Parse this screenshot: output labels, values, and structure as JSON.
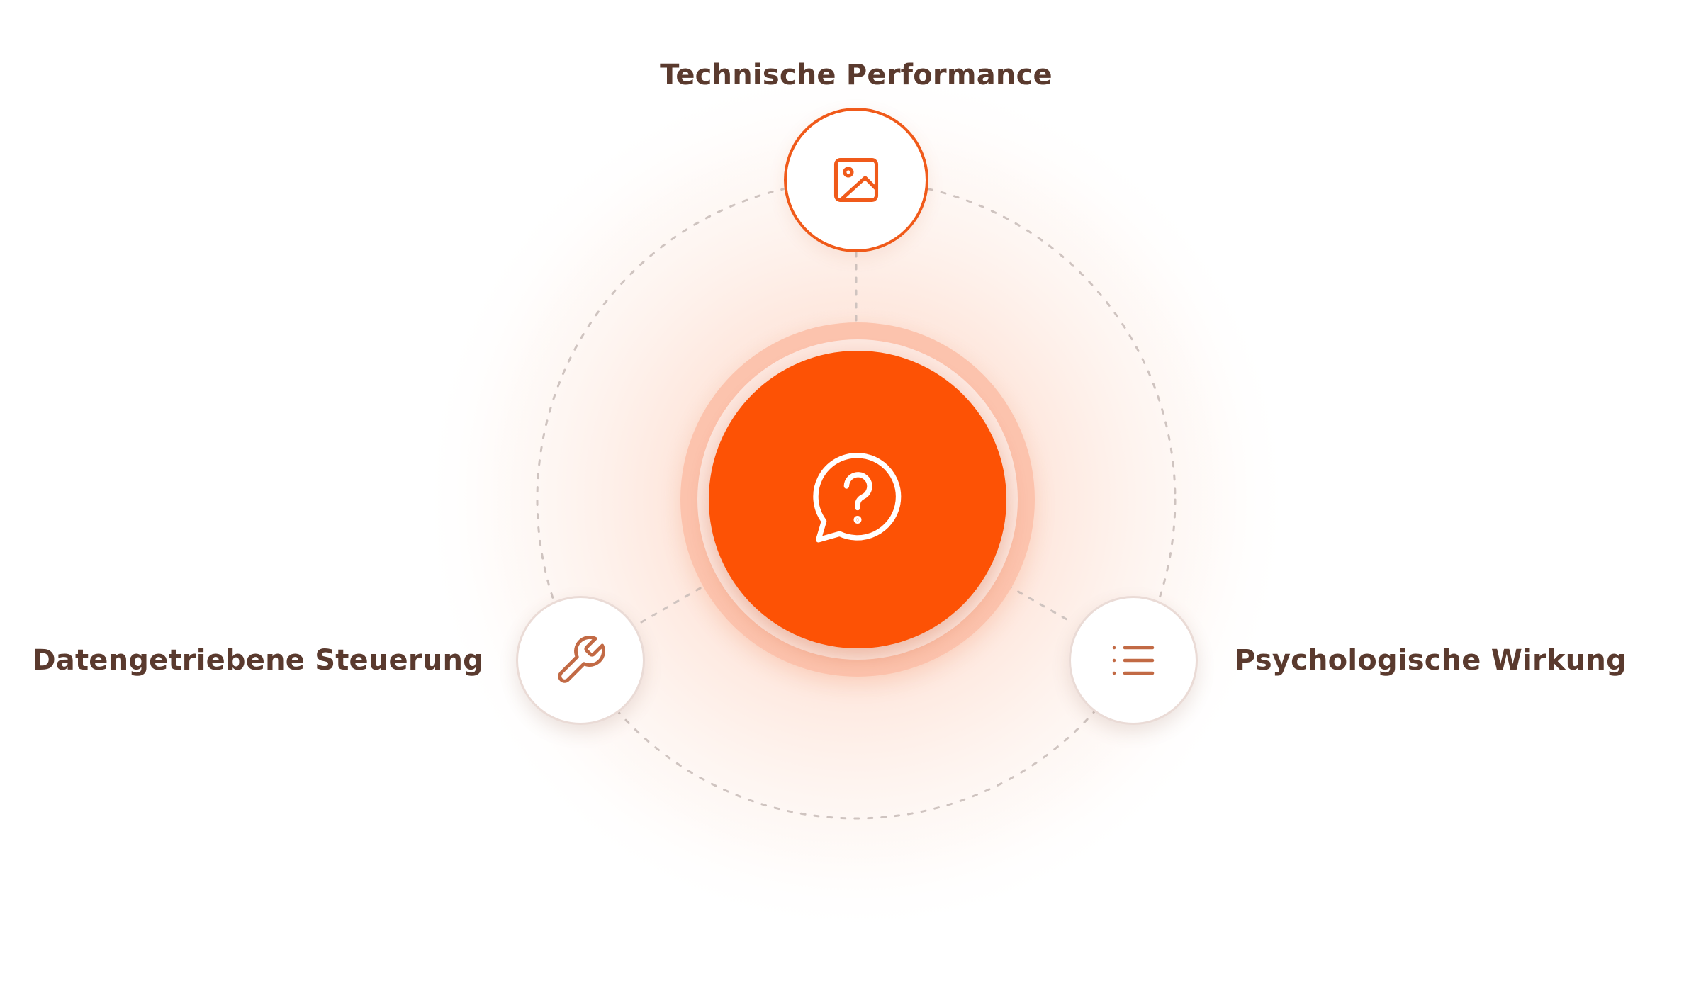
{
  "diagram": {
    "center": {
      "icon": "question-bubble-icon"
    },
    "nodes": [
      {
        "id": "top",
        "label": "Technische Performance",
        "icon": "image-icon"
      },
      {
        "id": "left",
        "label": "Datengetriebene Steuerung",
        "icon": "wrench-icon"
      },
      {
        "id": "right",
        "label": "Psychologische Wirkung",
        "icon": "list-icon"
      }
    ]
  },
  "colors": {
    "accent": "#fd5205",
    "node_border": "#f05a1a",
    "icon_muted": "#c26a45",
    "label_text": "#5a3a2e",
    "connector": "#cfc4c0",
    "glow": "#fcd7c6"
  }
}
